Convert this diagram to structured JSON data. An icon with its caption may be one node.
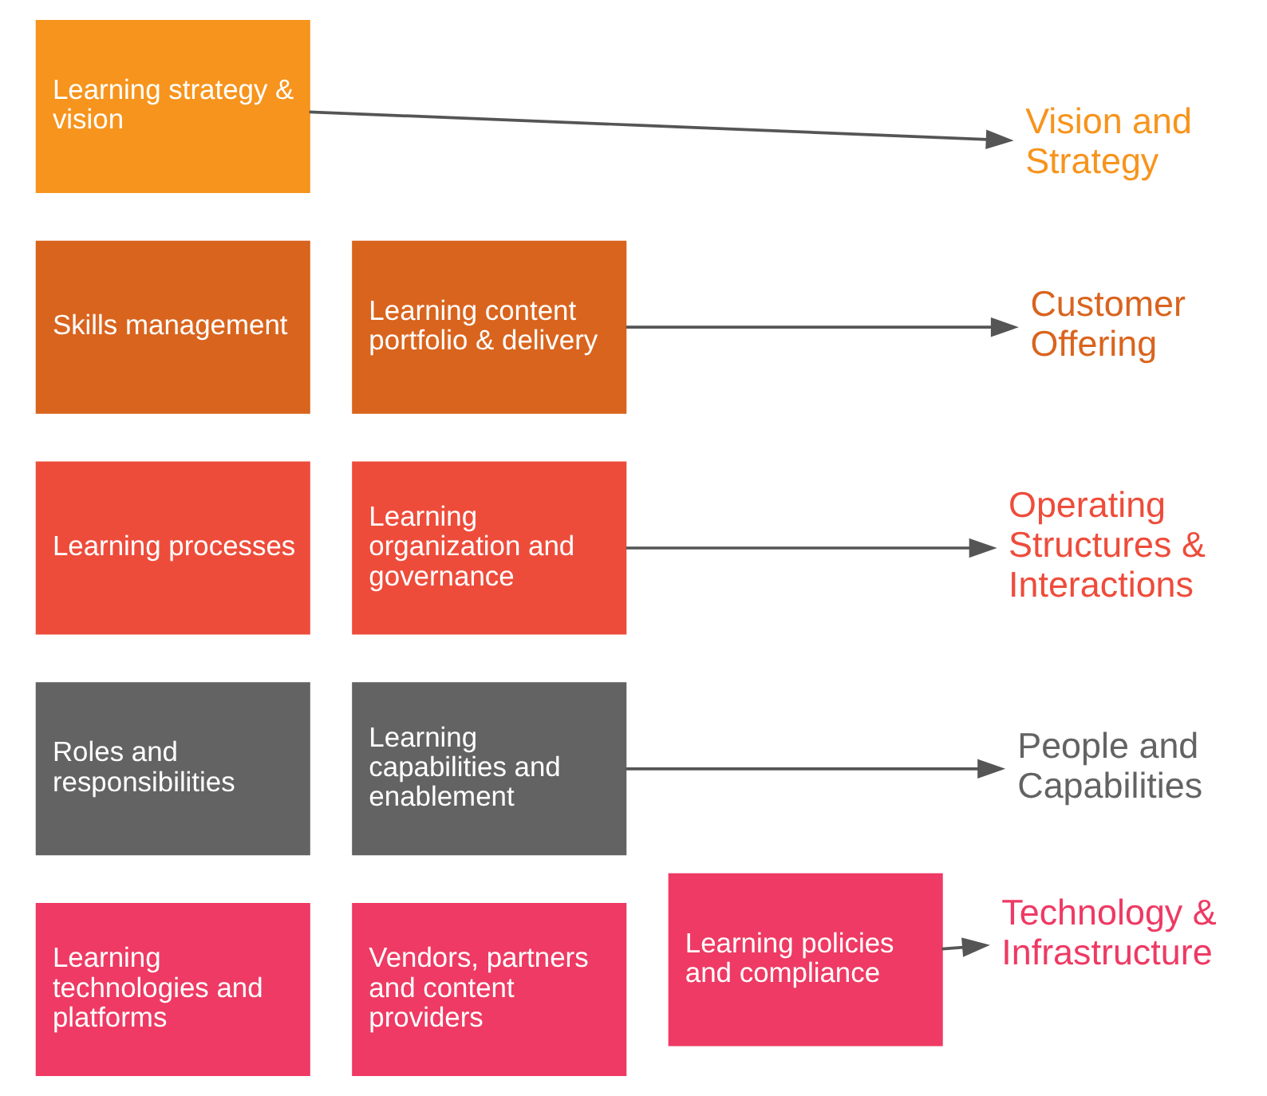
{
  "diagram": {
    "nodes": [
      {
        "text": [
          "Learning strategy & vision"
        ]
      },
      {
        "text": [
          "Vision and Strategy"
        ]
      },
      {
        "text": [
          "Skills management"
        ]
      },
      {
        "text": [
          "Learning content portfolio & delivery"
        ]
      },
      {
        "text": [
          "Customer Offering"
        ]
      },
      {
        "text": [
          "Learning processes"
        ]
      },
      {
        "text": [
          "Learning organization and governance"
        ]
      },
      {
        "text": [
          "Operating Structures & Interactions"
        ]
      },
      {
        "text": [
          "Roles and responsibilities"
        ]
      },
      {
        "text": [
          "Learning capabilities and enablement"
        ]
      },
      {
        "text": [
          "People and Capabilities"
        ]
      },
      {
        "text": [
          "Learning technologies and platforms"
        ]
      },
      {
        "text": [
          "Vendors, partners and content providers"
        ]
      },
      {
        "text": [
          "Learning policies and compliance"
        ]
      },
      {
        "text": [
          "Technology & Infrastructure"
        ]
      }
    ],
    "edges": [
      {
        "from": 0,
        "to": 1,
        "arrow": "to"
      },
      {
        "from": 3,
        "to": 4,
        "arrow": "to"
      },
      {
        "from": 6,
        "to": 7,
        "arrow": "to"
      },
      {
        "from": 9,
        "to": 10,
        "arrow": "to"
      },
      {
        "from": 13,
        "to": 14,
        "arrow": "to"
      }
    ]
  }
}
